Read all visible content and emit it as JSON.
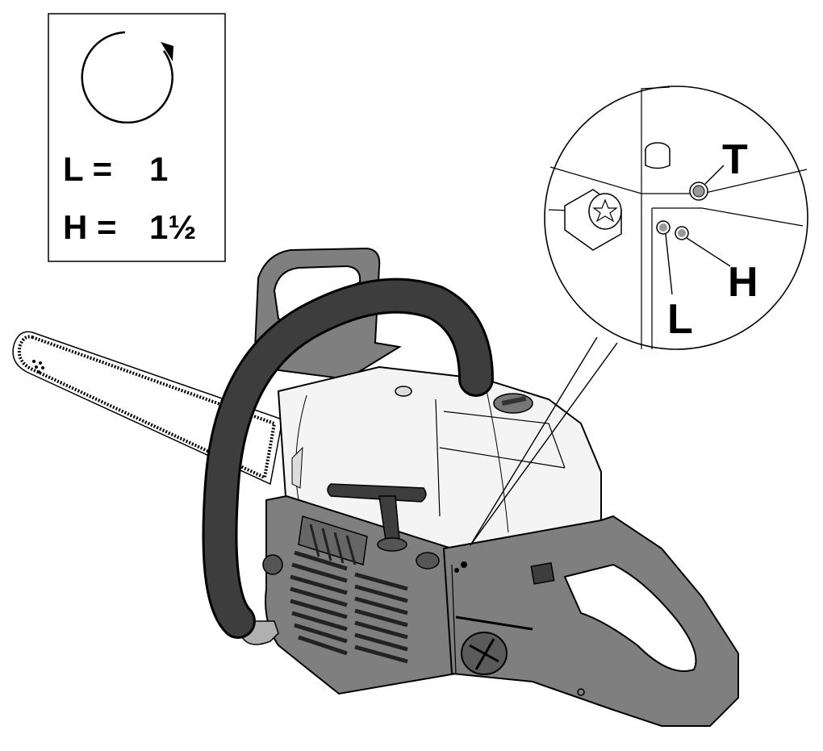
{
  "settings_box": {
    "rotation_icon": "clockwise-rotation-arrow-icon",
    "rows": [
      {
        "label": "L =",
        "value": "1"
      },
      {
        "label": "H =",
        "value": "1½"
      }
    ]
  },
  "callout": {
    "labels": {
      "t": "T",
      "h": "H",
      "l": "L"
    }
  },
  "colors": {
    "ink": "#000000",
    "paper": "#ffffff",
    "housing": "#7f7f7f",
    "housing_dark": "#5a5a5a",
    "handle": "#3d3d3d",
    "engine_cover": "#f4f4f4"
  }
}
